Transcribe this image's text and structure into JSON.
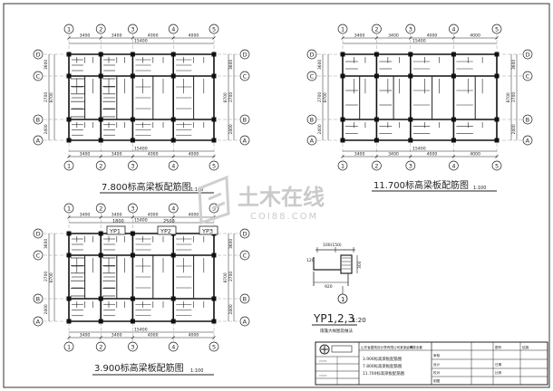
{
  "plans": {
    "p1": {
      "title": "7.800标高梁板配筋图",
      "scale": "1:100",
      "grid_letters": [
        "A",
        "B",
        "C",
        "D"
      ],
      "grid_numbers": [
        "1",
        "2",
        "3",
        "4",
        "5"
      ],
      "span_top": [
        "3400",
        "3400",
        "4000",
        "4000"
      ],
      "span_total": "15400",
      "span_bottom": [
        "3400",
        "3400",
        "4000",
        "4000"
      ],
      "bay_left": [
        "2400",
        "2700",
        "3600"
      ],
      "bay_total_left": "8700"
    },
    "p2": {
      "title": "11.700标高梁板配筋图",
      "scale": "1:100",
      "grid_letters": [
        "A",
        "B",
        "C",
        "D"
      ],
      "grid_numbers": [
        "1",
        "2",
        "3",
        "4",
        "5"
      ],
      "span_top": [
        "3400",
        "3400",
        "4000",
        "4000"
      ],
      "span_total": "15400",
      "span_bottom": [
        "3400",
        "3400",
        "4000",
        "4000"
      ],
      "bay_left": [
        "2400",
        "2700",
        "3600"
      ],
      "bay_total_left": "8700"
    },
    "p3": {
      "title": "3.900标高梁板配筋图",
      "scale": "1:100",
      "grid_letters": [
        "A",
        "B",
        "C",
        "D"
      ],
      "grid_numbers": [
        "1",
        "2",
        "3",
        "4",
        "5"
      ],
      "span_top": [
        "3400",
        "3400",
        "4000",
        "4000"
      ],
      "span_total": "15400",
      "span_bottom": [
        "3400",
        "3400",
        "4000",
        "4000"
      ],
      "bay_left": [
        "2400",
        "2700",
        "3600"
      ],
      "bay_total_left": "8700",
      "yp_tags": [
        "YP1",
        "YP2",
        "YP3"
      ],
      "extra_dims": [
        "1800",
        "2500"
      ]
    }
  },
  "detail": {
    "dim_a": "100(150)",
    "dim_b": "300",
    "dim_c": "920",
    "dim_d": "120",
    "marker": "1",
    "title": "YP1,2,3",
    "scale": "1:20",
    "subtitle": "雨篷大样图及做法"
  },
  "watermark": {
    "cn": "土木在线",
    "en": "COI88.COM"
  },
  "title_block": {
    "company": "山东省建筑设计院有限公司某某公司",
    "project": "公寓楼全套",
    "drawings": [
      "3.900标高梁板配筋图",
      "7.800标高梁板配筋图",
      "11.700标高梁板配筋图"
    ],
    "cells": [
      "图号",
      "结施",
      "日期",
      "比例",
      "审核",
      "设计",
      "校对",
      "制图"
    ]
  },
  "colors": {
    "line": "#222222",
    "watermark": "#c8c8c8",
    "paper": "#ffffff"
  }
}
